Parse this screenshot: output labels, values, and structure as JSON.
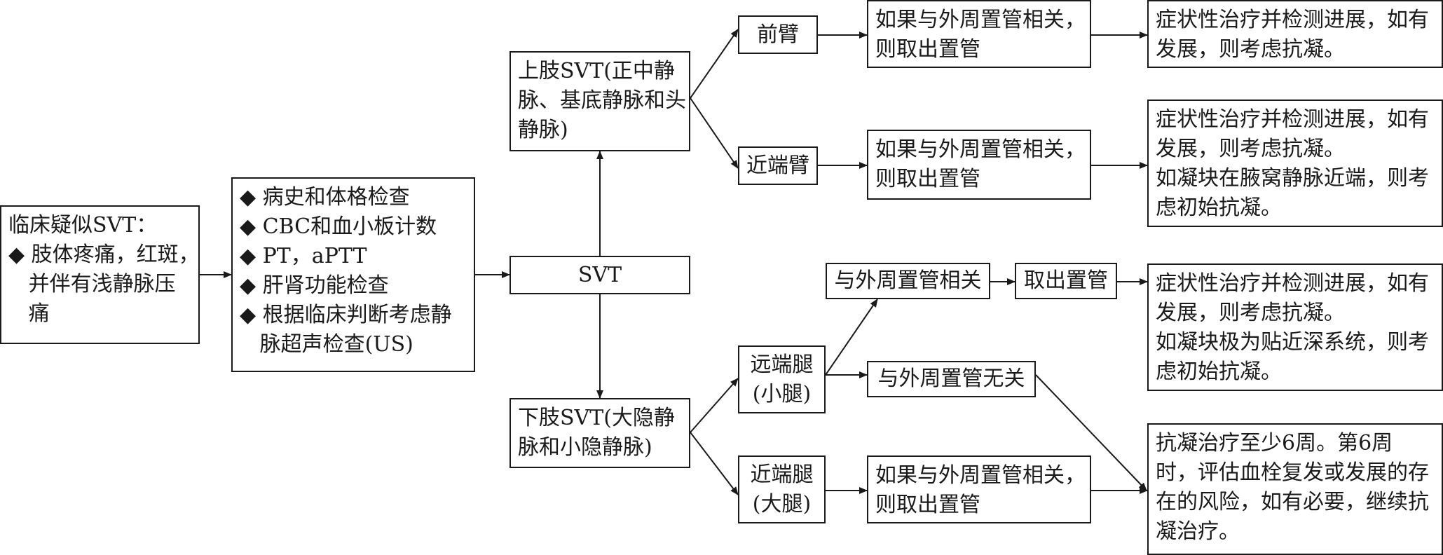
{
  "nodes": {
    "clinical": {
      "title": "临床疑似SVT：",
      "lines": [
        "◆ 肢体疼痛，红斑，",
        "   并伴有浅静脉压",
        "   痛"
      ]
    },
    "workup": {
      "lines": [
        "◆ 病史和体格检查",
        "◆ CBC和血小板计数",
        "◆ PT，aPTT",
        "◆ 肝肾功能检查",
        "◆ 根据临床判断考虑静",
        "   脉超声检查(US)"
      ]
    },
    "svt": {
      "label": "SVT"
    },
    "upper": {
      "lines": [
        "上肢SVT(正中静",
        "脉、基底静脉和头",
        "静脉)"
      ]
    },
    "lower": {
      "lines": [
        "下肢SVT(大隐静",
        "脉和小隐静脉)"
      ]
    },
    "forearm": {
      "label": "前臂"
    },
    "proximal_arm": {
      "label": "近端臂"
    },
    "distal_leg": {
      "lines": [
        "远端腿",
        "(小腿)"
      ]
    },
    "proximal_leg": {
      "lines": [
        "近端腿",
        "(大腿)"
      ]
    },
    "remove_if_cath_1": {
      "lines": [
        "如果与外周置管相关，",
        "则取出置管"
      ]
    },
    "remove_if_cath_2": {
      "lines": [
        "如果与外周置管相关，",
        "则取出置管"
      ]
    },
    "cath_related": {
      "label": "与外周置管相关"
    },
    "remove_cath": {
      "label": "取出置管"
    },
    "cath_unrelated": {
      "label": "与外周置管无关"
    },
    "remove_if_cath_3": {
      "lines": [
        "如果与外周置管相关，",
        "则取出置管"
      ]
    },
    "outcome_forearm": {
      "lines": [
        "症状性治疗并检测进展，如有",
        "发展，则考虑抗凝。"
      ]
    },
    "outcome_proximal_arm": {
      "lines": [
        "症状性治疗并检测进展，如有",
        "发展，则考虑抗凝。",
        "如凝块在腋窝静脉近端，则考",
        "虑初始抗凝。"
      ]
    },
    "outcome_leg_cath": {
      "lines": [
        "症状性治疗并检测进展，如有",
        "发展，则考虑抗凝。",
        "如凝块极为贴近深系统，则考",
        "虑初始抗凝。"
      ]
    },
    "outcome_anticoag": {
      "lines": [
        "抗凝治疗至少6周。第6周",
        "时，评估血栓复发或发展的存",
        "在的风险，如有必要，继续抗",
        "凝治疗。"
      ]
    }
  }
}
